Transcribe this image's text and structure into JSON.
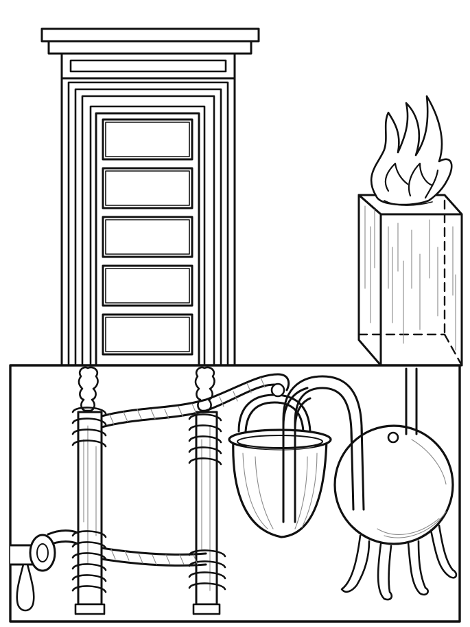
{
  "scene": {
    "background": "#ffffff",
    "ink": "#111111",
    "shading": "#8a8a8a",
    "objects": [
      "temple-door",
      "fire-altar",
      "underground-chamber",
      "rope-pulley-posts",
      "bucket",
      "hollow-sphere",
      "siphon-tube",
      "drain-spout"
    ]
  },
  "door": {
    "panel_count": 5
  },
  "altar": {
    "flame_tongues": 3
  },
  "sphere": {
    "leg_count": 4
  }
}
